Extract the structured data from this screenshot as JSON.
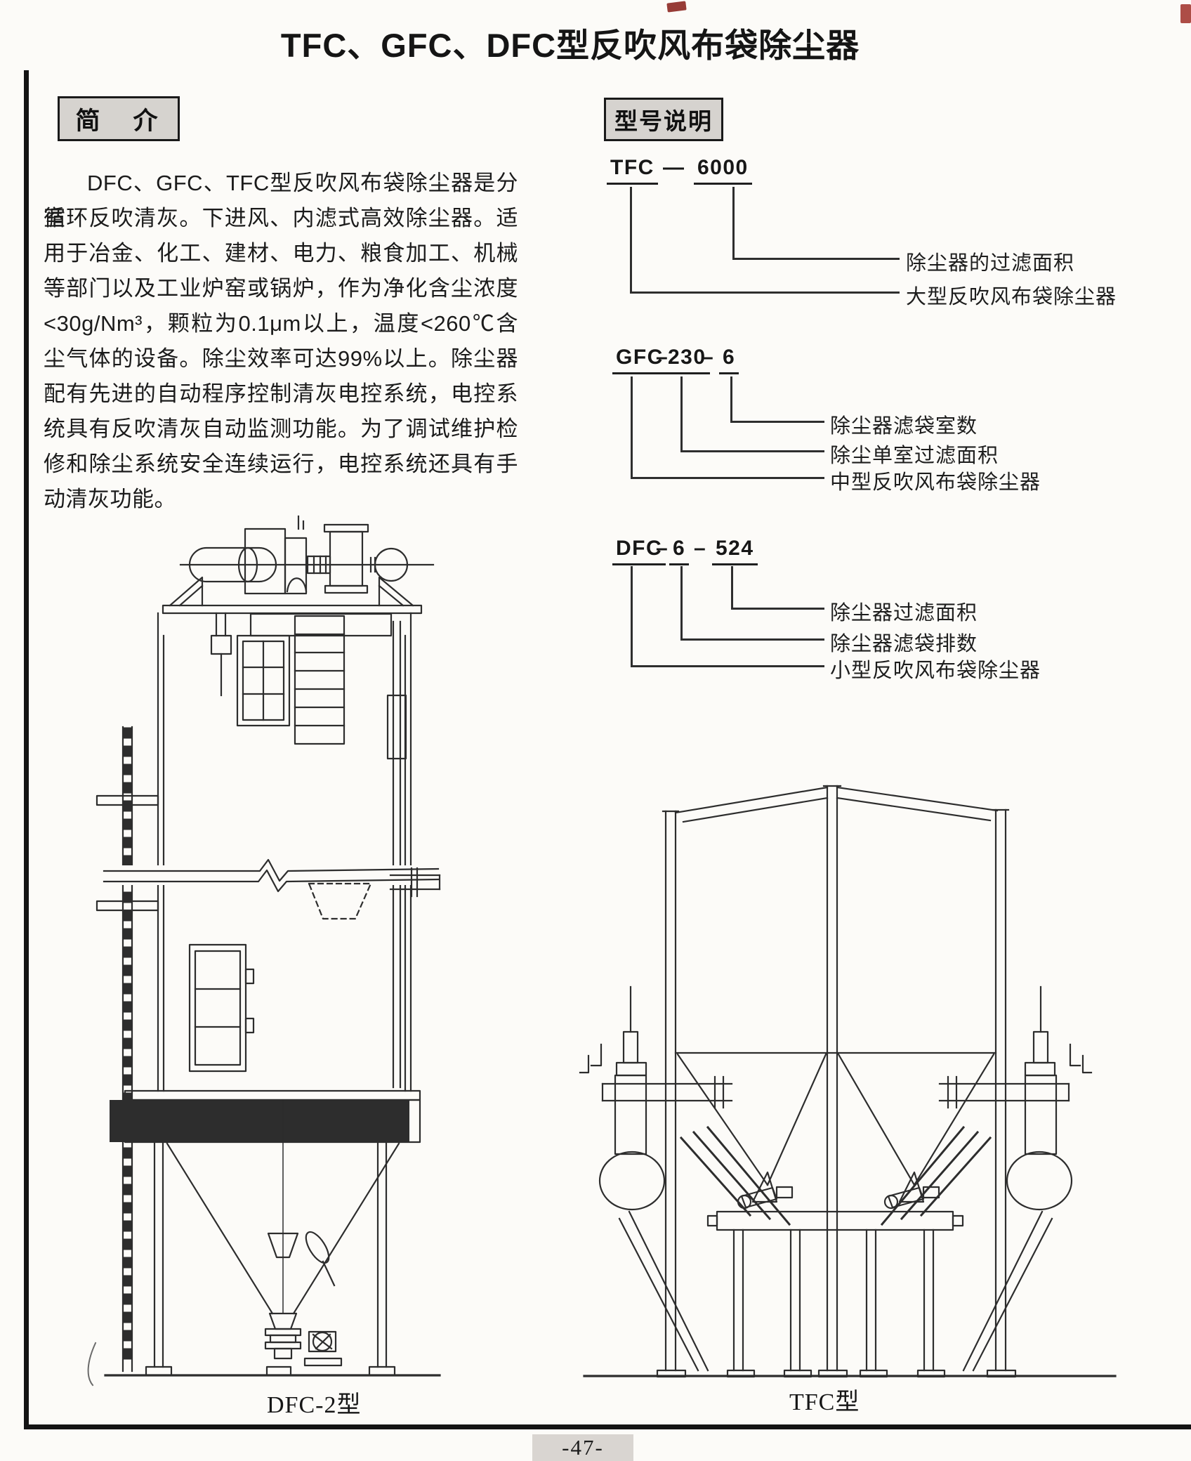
{
  "page": {
    "title": "TFC、GFC、DFC型反吹风布袋除尘器",
    "page_number": "-47-"
  },
  "intro": {
    "heading": "简　介",
    "lines": [
      "DFC、GFC、TFC型反吹风布袋除尘器是分室",
      "循环反吹清灰。下进风、内滤式高效除尘器。适",
      "用于冶金、化工、建材、电力、粮食加工、机械",
      "等部门以及工业炉窑或锅炉，作为净化含尘浓度",
      "<30g/Nm³，颗粒为0.1μm以上，温度<260℃含",
      "尘气体的设备。除尘效率可达99%以上。除尘器",
      "配有先进的自动程序控制清灰电控系统，电控系",
      "统具有反吹清灰自动监测功能。为了调试维护检",
      "修和除尘系统安全连续运行，电控系统还具有手",
      "动清灰功能。"
    ]
  },
  "model_spec": {
    "heading": "型号说明",
    "models": [
      {
        "parts": [
          "TFC",
          "—",
          "6000"
        ],
        "labels": [
          "除尘器的过滤面积",
          "大型反吹风布袋除尘器"
        ]
      },
      {
        "parts": [
          "GFC",
          "–",
          "230",
          "–",
          "6"
        ],
        "labels": [
          "除尘器滤袋室数",
          "除尘单室过滤面积",
          "中型反吹风布袋除尘器"
        ]
      },
      {
        "parts": [
          "DFC",
          "–",
          "6",
          "–",
          "524"
        ],
        "labels": [
          "除尘器过滤面积",
          "除尘器滤袋排数",
          "小型反吹风布袋除尘器"
        ]
      }
    ]
  },
  "figures": [
    {
      "caption": "DFC-2型"
    },
    {
      "caption": "TFC型"
    }
  ]
}
